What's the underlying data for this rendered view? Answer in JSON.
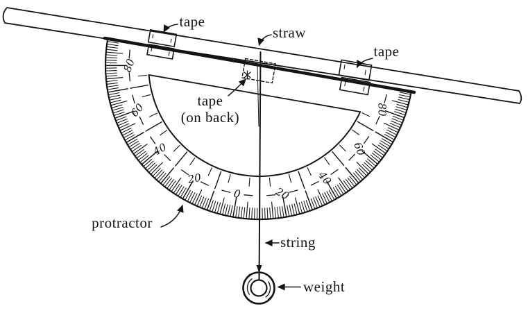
{
  "diagram": {
    "title": "clinometer made from protractor, straw, string and weight",
    "ink_color": "#141414",
    "paper_color": "#ffffff",
    "labels": {
      "tape_left": "tape",
      "straw": "straw",
      "tape_right": "tape",
      "tape_back_line1": "tape",
      "tape_back_line2": "(on back)",
      "protractor": "protractor",
      "string": "string",
      "weight": "weight"
    },
    "protractor_scale": {
      "unit": "degrees",
      "zero_position": "center-bottom",
      "fine_tick_step_deg": 1,
      "medium_tick_step_deg": 5,
      "major_tick_step_deg": 10,
      "degree_labels": [
        {
          "angle_deg": -80,
          "text": "80"
        },
        {
          "angle_deg": -60,
          "text": "60"
        },
        {
          "angle_deg": -40,
          "text": "40"
        },
        {
          "angle_deg": -20,
          "text": "20"
        },
        {
          "angle_deg": 0,
          "text": "0"
        },
        {
          "angle_deg": 20,
          "text": "20"
        },
        {
          "angle_deg": 40,
          "text": "40"
        },
        {
          "angle_deg": 60,
          "text": "60"
        },
        {
          "angle_deg": 80,
          "text": "80"
        }
      ]
    }
  }
}
